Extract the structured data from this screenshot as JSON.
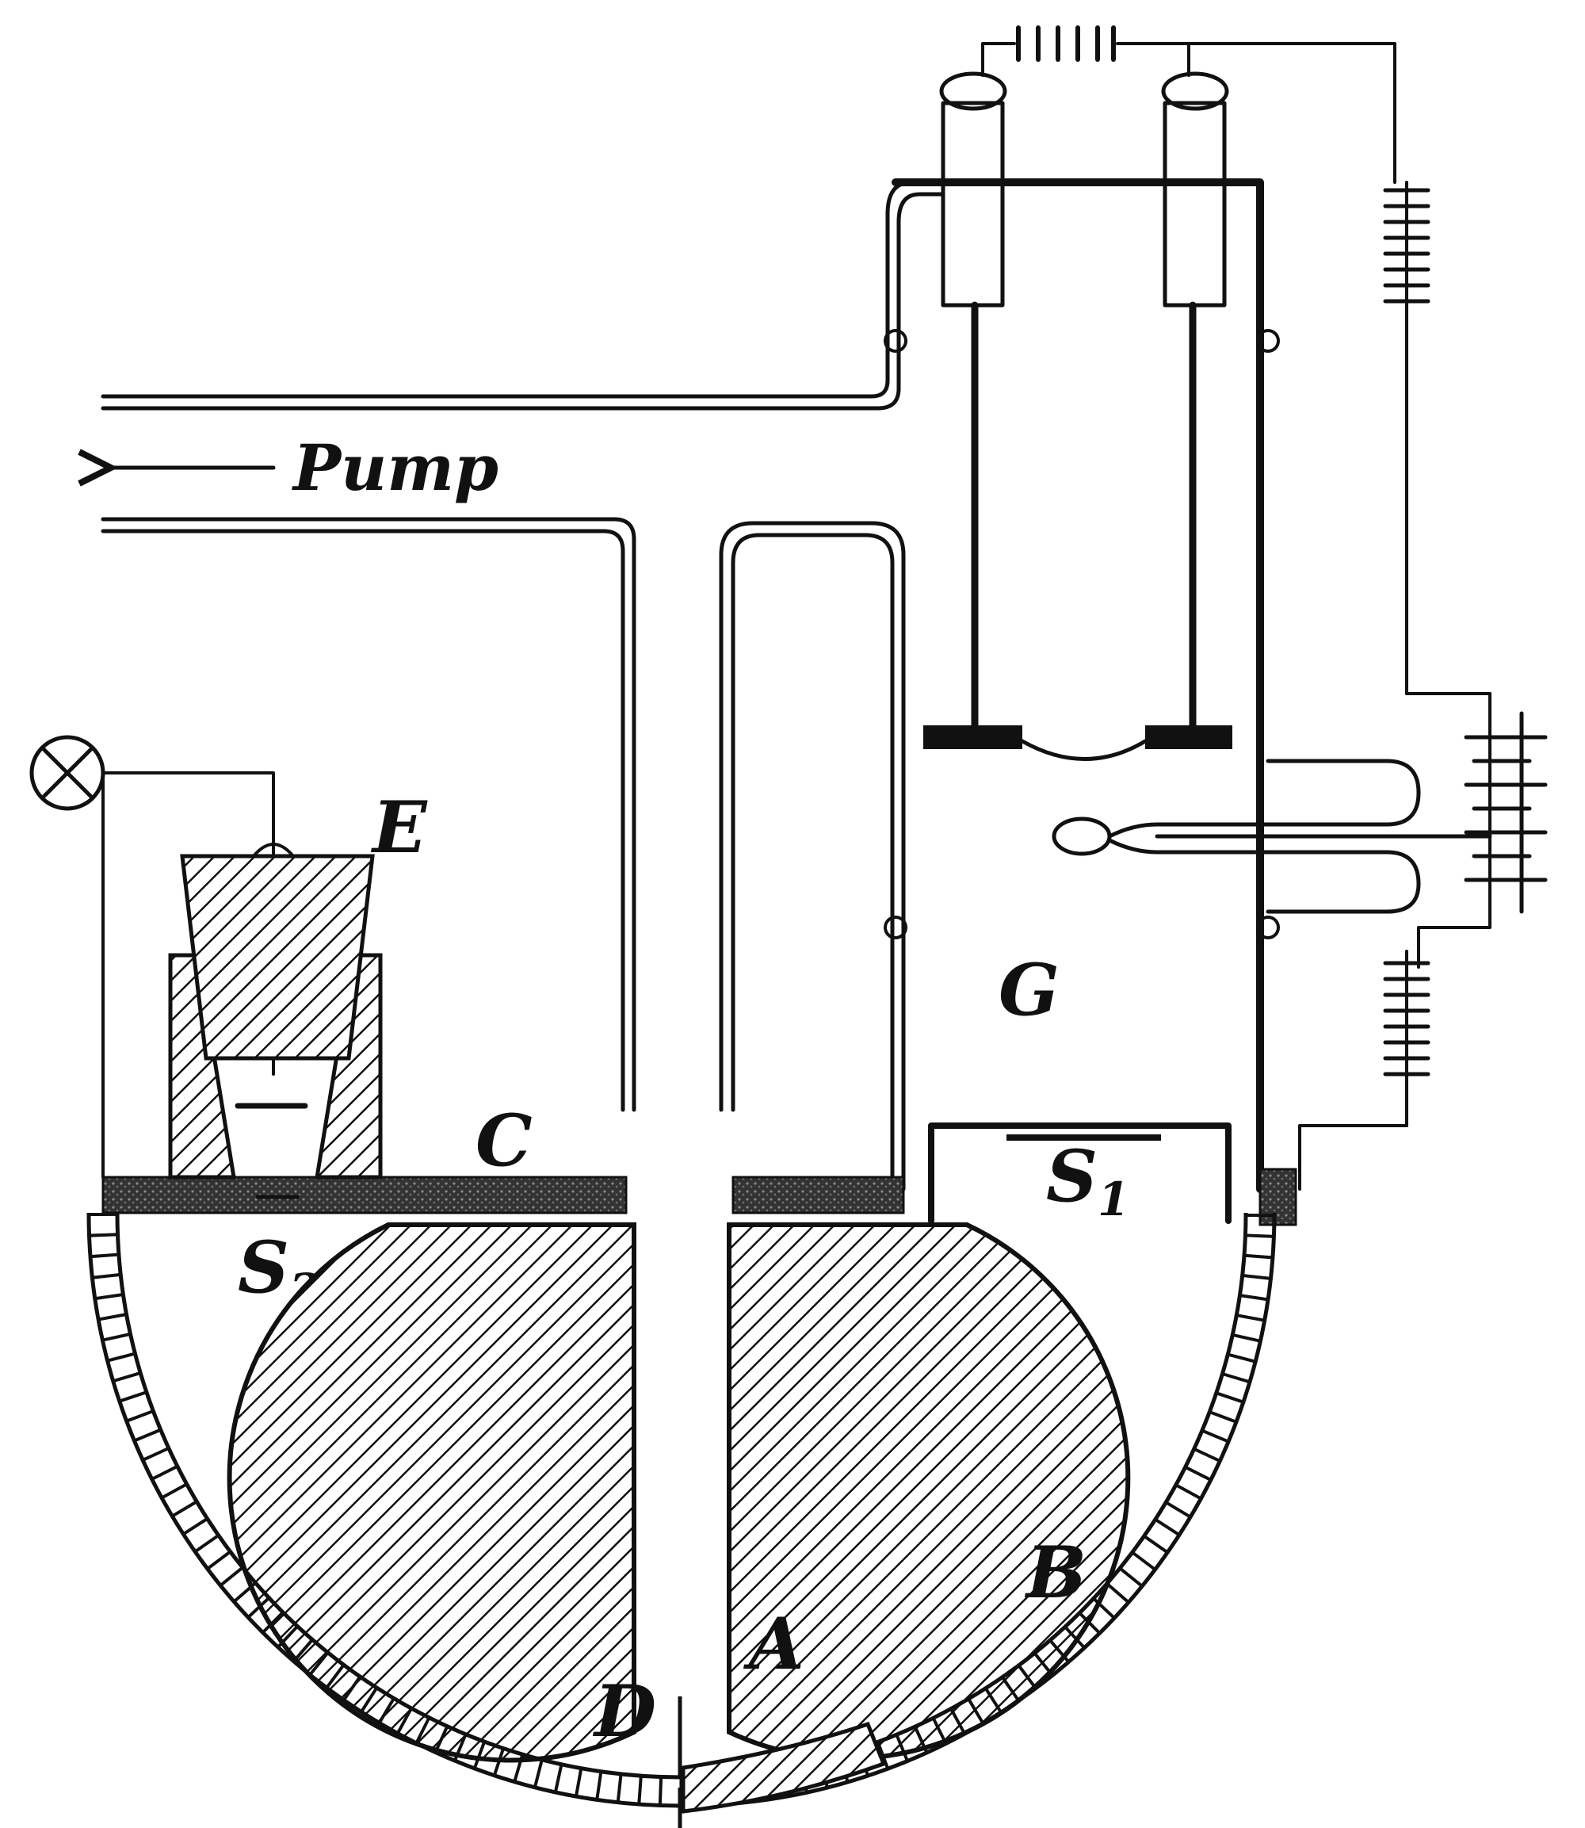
{
  "labels": {
    "pump": "Pump",
    "E": "E",
    "C": "C",
    "S1_main": "S",
    "S1_sub": "1",
    "S2_main": "S",
    "S2_sub": "2",
    "G": "G",
    "B": "B",
    "D": "D",
    "A": "A"
  },
  "colors": {
    "ink": "#111111",
    "background": "#ffffff"
  }
}
